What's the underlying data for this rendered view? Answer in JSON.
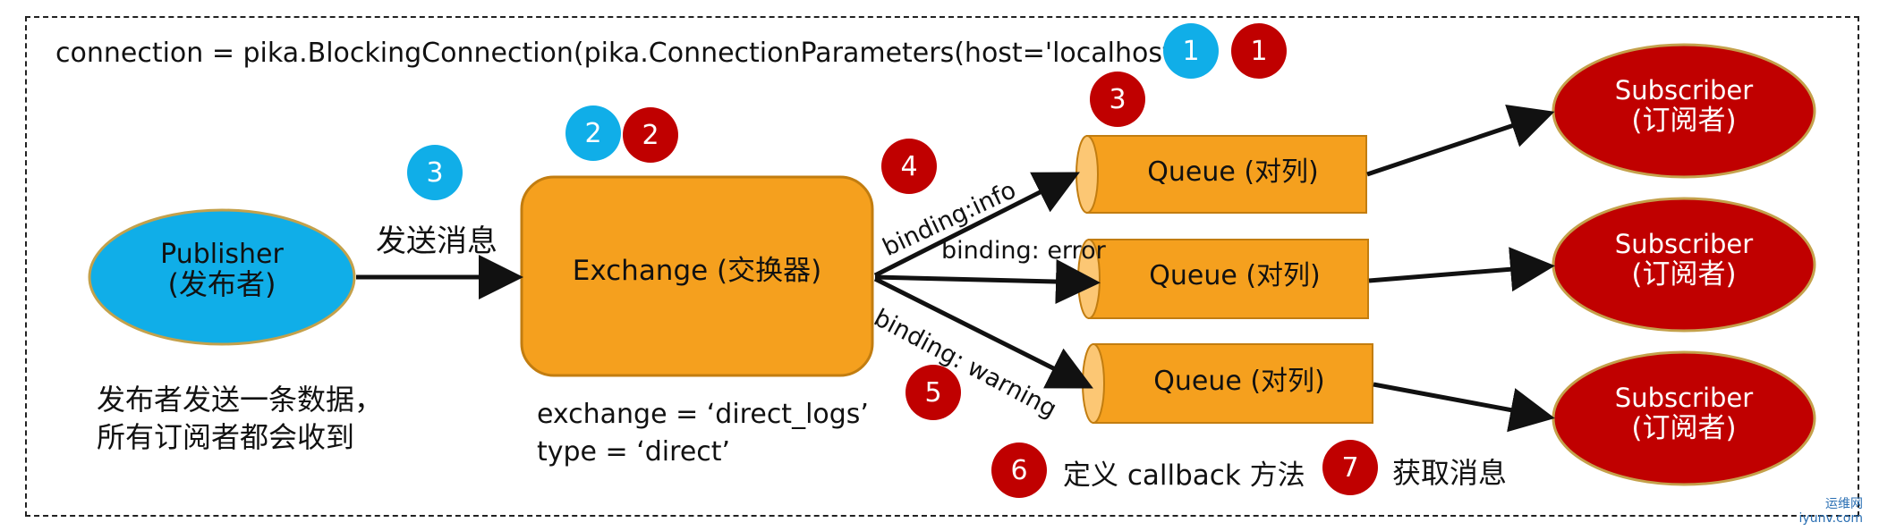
{
  "connection_code": "connection = pika.BlockingConnection(pika.ConnectionParameters(host='localhost'))",
  "badges": {
    "top_blue_1": "1",
    "top_red_1": "1",
    "exchange_blue_2": "2",
    "exchange_red_2": "2",
    "publish_blue_3": "3",
    "queue_red_3": "3",
    "binding_red_4": "4",
    "binding_red_5": "5",
    "callback_red_6": "6",
    "get_red_7": "7"
  },
  "publisher": {
    "line1": "Publisher",
    "line2": "(发布者)"
  },
  "send_label": "发送消息",
  "exchange": {
    "label": "Exchange (交换器)",
    "code_line1": "exchange = ‘direct_logs’",
    "code_line2": "type = ‘direct’"
  },
  "note": {
    "line1": "发布者发送一条数据，",
    "line2": "所有订阅者都会收到"
  },
  "bindings": {
    "info": "binding:info",
    "error": "binding: error",
    "warning": "binding: warning"
  },
  "queues": [
    {
      "label": "Queue (对列)"
    },
    {
      "label": "Queue (对列)"
    },
    {
      "label": "Queue (对列)"
    }
  ],
  "subscribers": [
    {
      "line1": "Subscriber",
      "line2": "(订阅者)"
    },
    {
      "line1": "Subscriber",
      "line2": "(订阅者)"
    },
    {
      "line1": "Subscriber",
      "line2": "(订阅者)"
    }
  ],
  "steps": {
    "callback_text": "定义 callback 方法",
    "get_text": "获取消息"
  },
  "watermark": {
    "line1": "运维网",
    "line2": "iyunv.com"
  },
  "colors": {
    "blue": "#10aee8",
    "red": "#c00000",
    "orange": "#f5a01e"
  }
}
